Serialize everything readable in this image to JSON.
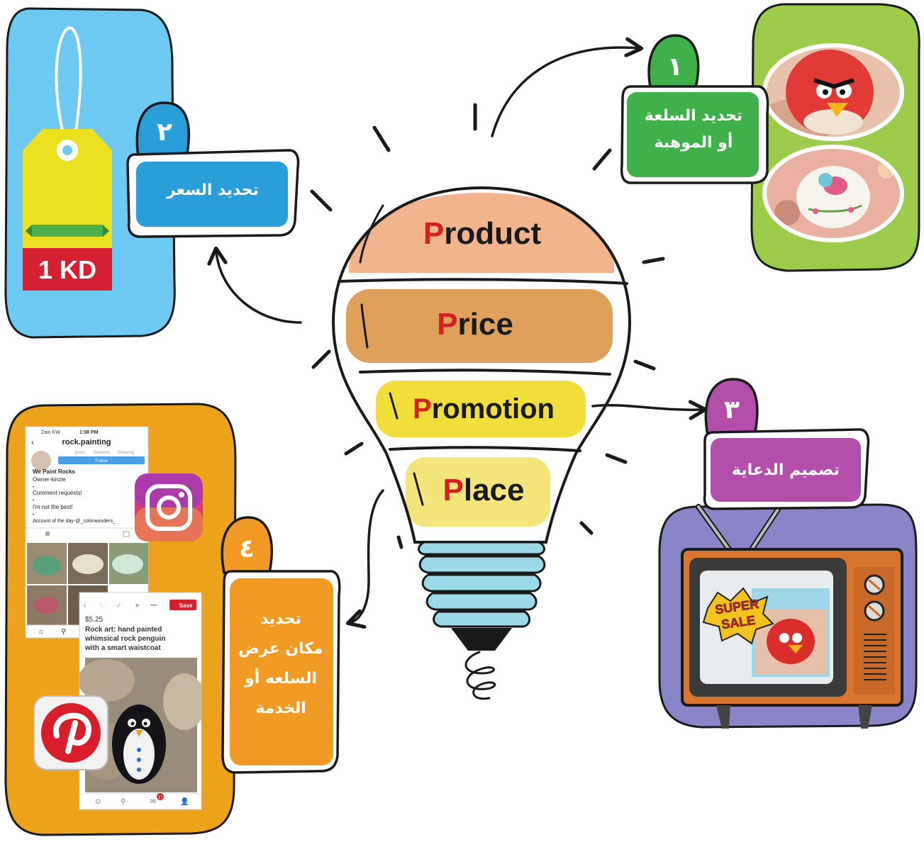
{
  "bulb": {
    "sections": [
      {
        "initial": "P",
        "rest": "roduct",
        "color": "#f2b48c"
      },
      {
        "initial": "P",
        "rest": "rice",
        "color": "#dea05a"
      },
      {
        "initial": "P",
        "rest": "romotion",
        "color": "#f2de3a"
      },
      {
        "initial": "P",
        "rest": "lace",
        "color": "#f4e57a"
      }
    ],
    "initial_color": "#d42020"
  },
  "steps": [
    {
      "number": "١",
      "label_lines": [
        "تحديد السلعة",
        "أو الموهبة"
      ],
      "color": "#3fb04a"
    },
    {
      "number": "٢",
      "label_lines": [
        "تحديد السعر"
      ],
      "color": "#2a9ed8"
    },
    {
      "number": "٣",
      "label_lines": [
        "تصميم الدعاية"
      ],
      "color": "#b34faa"
    },
    {
      "number": "٤",
      "label_lines": [
        "تحديد",
        "مكان عرض",
        "السلعه أو",
        "الخدمة"
      ],
      "color": "#f19a26"
    }
  ],
  "price_tag": {
    "price": "1 KD"
  },
  "tv": {
    "sale_lines": [
      "SUPER",
      "SALE"
    ]
  },
  "instagram_post": {
    "status_carrier": "Zain KW",
    "status_time": "1:08 PM",
    "account": "rock.painting",
    "stats": [
      "posts",
      "followers",
      "following"
    ],
    "follow_label": "Follow",
    "bio_lines": [
      "We Paint Rocks",
      "Owner-kinzie",
      "•",
      "Comment requests!",
      "•",
      "I'm not the best!",
      "•",
      "Account of the day-@_colorwonders_"
    ]
  },
  "pinterest_pin": {
    "save_label": "Save",
    "price": "$5.25",
    "title_lines": [
      "Rock art: hand painted",
      "whimsical rock penguin",
      "with a smart waistcoat"
    ],
    "notif_count": "17"
  },
  "colors": {
    "card_price_bg": "#6ecaf2",
    "card_product_bg": "#9ccc4a",
    "card_promo_bg": "#8a84c8",
    "card_place_bg": "#eda21c"
  }
}
